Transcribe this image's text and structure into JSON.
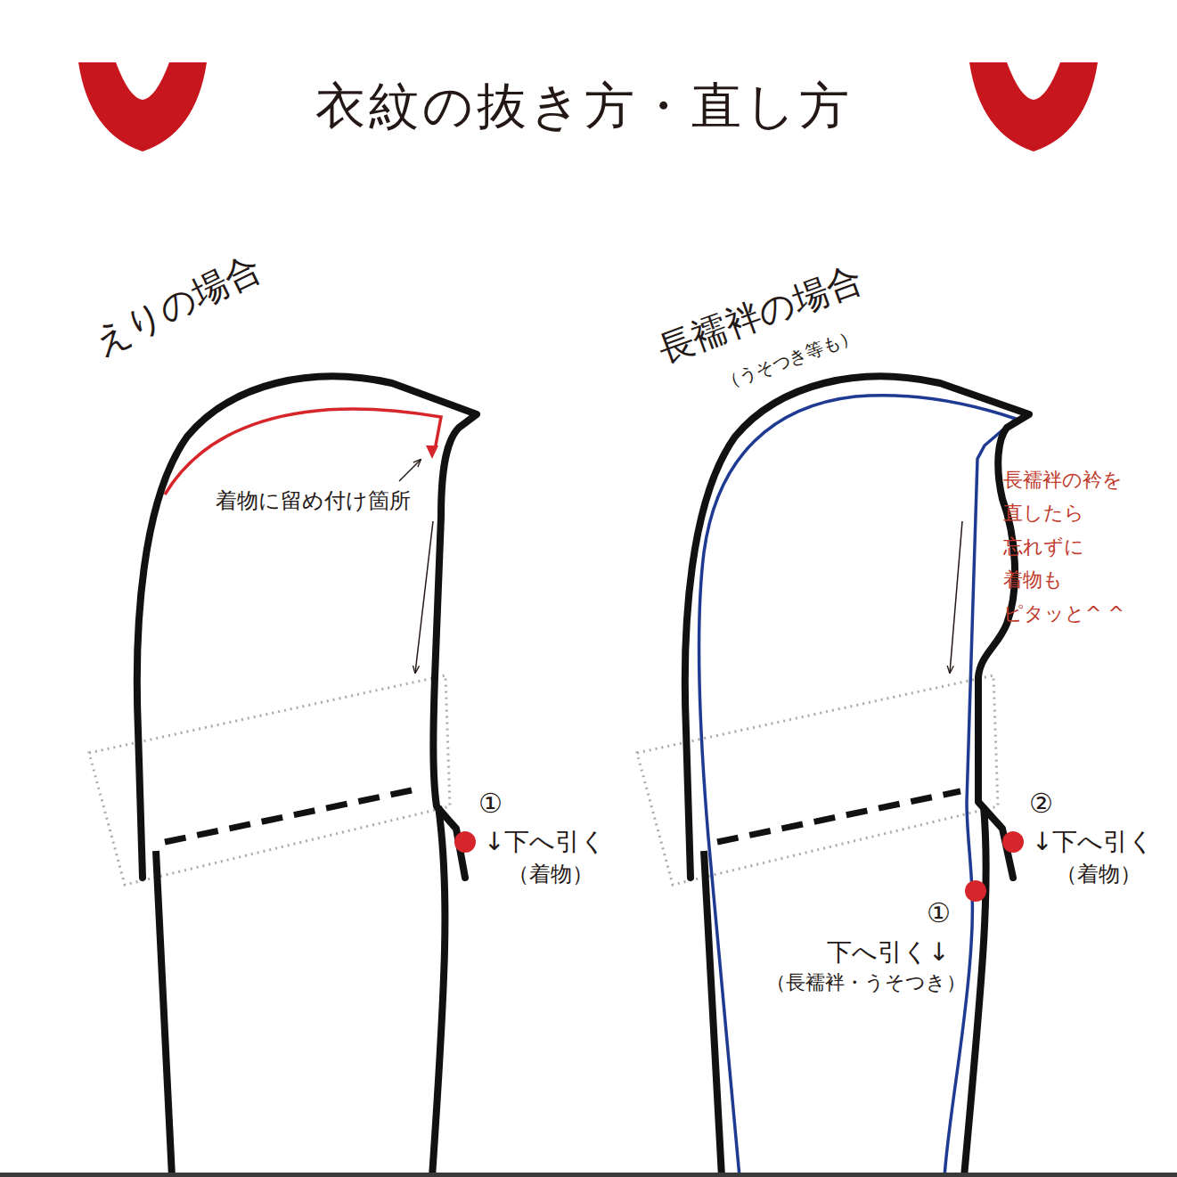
{
  "diagram": {
    "title": "衣紋の抜き方・直し方",
    "labels": [
      "えりの場合",
      "長襦袢の場合",
      "（うそつき等も）",
      "着物に留め付け箇所",
      "①",
      "↓下へ引く",
      "（着物）",
      "長襦袢の衿を 直したら 忘れずに 着物も ピタッと^ ^",
      "②",
      "↓下へ引く",
      "（着物）",
      "①",
      "下へ引く↓",
      "（長襦袢・うそつき）"
    ]
  }
}
